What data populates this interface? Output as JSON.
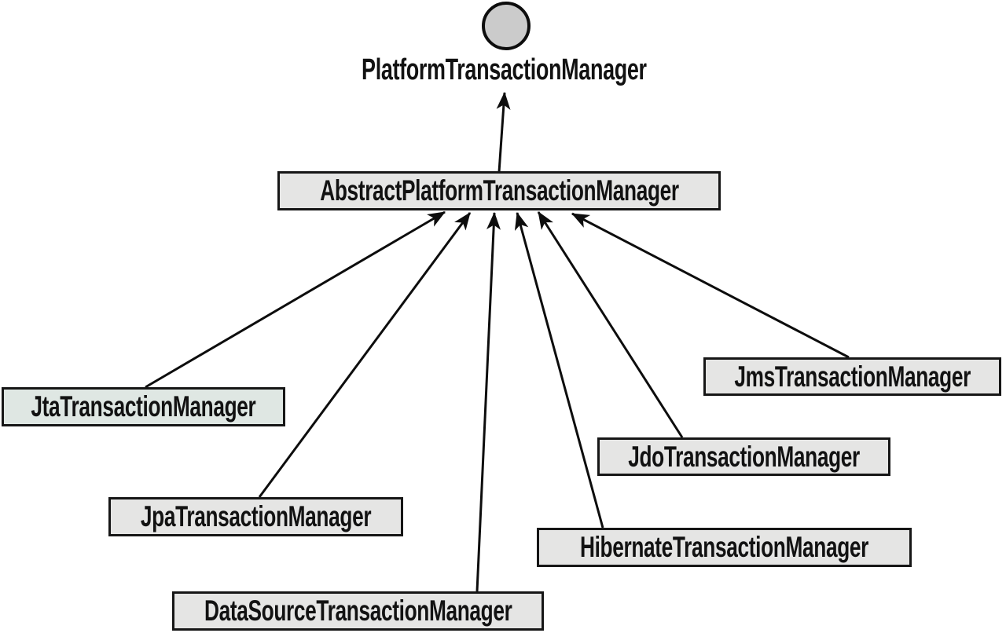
{
  "diagram": {
    "interface": {
      "label": "PlatformTransactionManager"
    },
    "abstract_class": {
      "label": "AbstractPlatformTransactionManager"
    },
    "implementations": [
      {
        "label": "JtaTransactionManager"
      },
      {
        "label": "JpaTransactionManager"
      },
      {
        "label": "DataSourceTransactionManager"
      },
      {
        "label": "HibernateTransactionManager"
      },
      {
        "label": "JdoTransactionManager"
      },
      {
        "label": "JmsTransactionManager"
      }
    ],
    "edges": [
      {
        "from": "AbstractPlatformTransactionManager",
        "to": "PlatformTransactionManager"
      },
      {
        "from": "JtaTransactionManager",
        "to": "AbstractPlatformTransactionManager"
      },
      {
        "from": "JpaTransactionManager",
        "to": "AbstractPlatformTransactionManager"
      },
      {
        "from": "DataSourceTransactionManager",
        "to": "AbstractPlatformTransactionManager"
      },
      {
        "from": "HibernateTransactionManager",
        "to": "AbstractPlatformTransactionManager"
      },
      {
        "from": "JdoTransactionManager",
        "to": "AbstractPlatformTransactionManager"
      },
      {
        "from": "JmsTransactionManager",
        "to": "AbstractPlatformTransactionManager"
      }
    ],
    "colors": {
      "box_fill": "#e5e5e4",
      "jta_fill": "#dfe7e3",
      "circle_fill": "#cbcbcb",
      "line_color": "#0d0d0d",
      "border_color": "#161616",
      "text_color": "#121212",
      "background": "#ffffff"
    }
  }
}
